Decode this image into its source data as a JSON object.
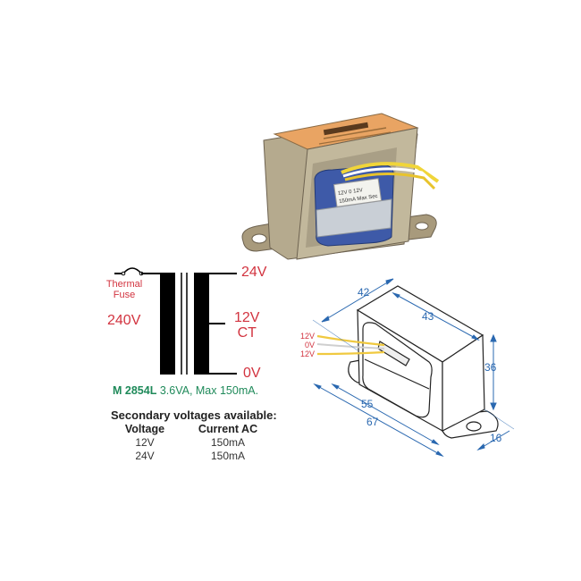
{
  "photo": {
    "label_line1": "12V    0    12V",
    "label_line2": "150mA  Max  Sec"
  },
  "schematic": {
    "fuse_label_line1": "Thermal",
    "fuse_label_line2": "Fuse",
    "primary_voltage": "240V",
    "secondary_top": "24V",
    "secondary_center_line1": "12V",
    "secondary_center_line2": "CT",
    "secondary_bottom": "0V",
    "model_code": "M 2854L",
    "model_rating": " 3.6VA, Max 150mA."
  },
  "specs": {
    "title": "Secondary voltages available:",
    "columns": [
      "Voltage",
      "Current AC"
    ],
    "rows": [
      [
        "12V",
        "150mA"
      ],
      [
        "24V",
        "150mA"
      ]
    ]
  },
  "drawing": {
    "wire_labels": [
      "12V",
      "0V",
      "12V"
    ],
    "dimensions": {
      "depth_top": "42",
      "length_top": "43",
      "height": "36",
      "core_length": "55",
      "base_length": "67",
      "base_width": "16"
    }
  },
  "colors": {
    "label_red": "#d2333f",
    "model_green": "#1f8a5a",
    "dimension_blue": "#2a68b0"
  }
}
